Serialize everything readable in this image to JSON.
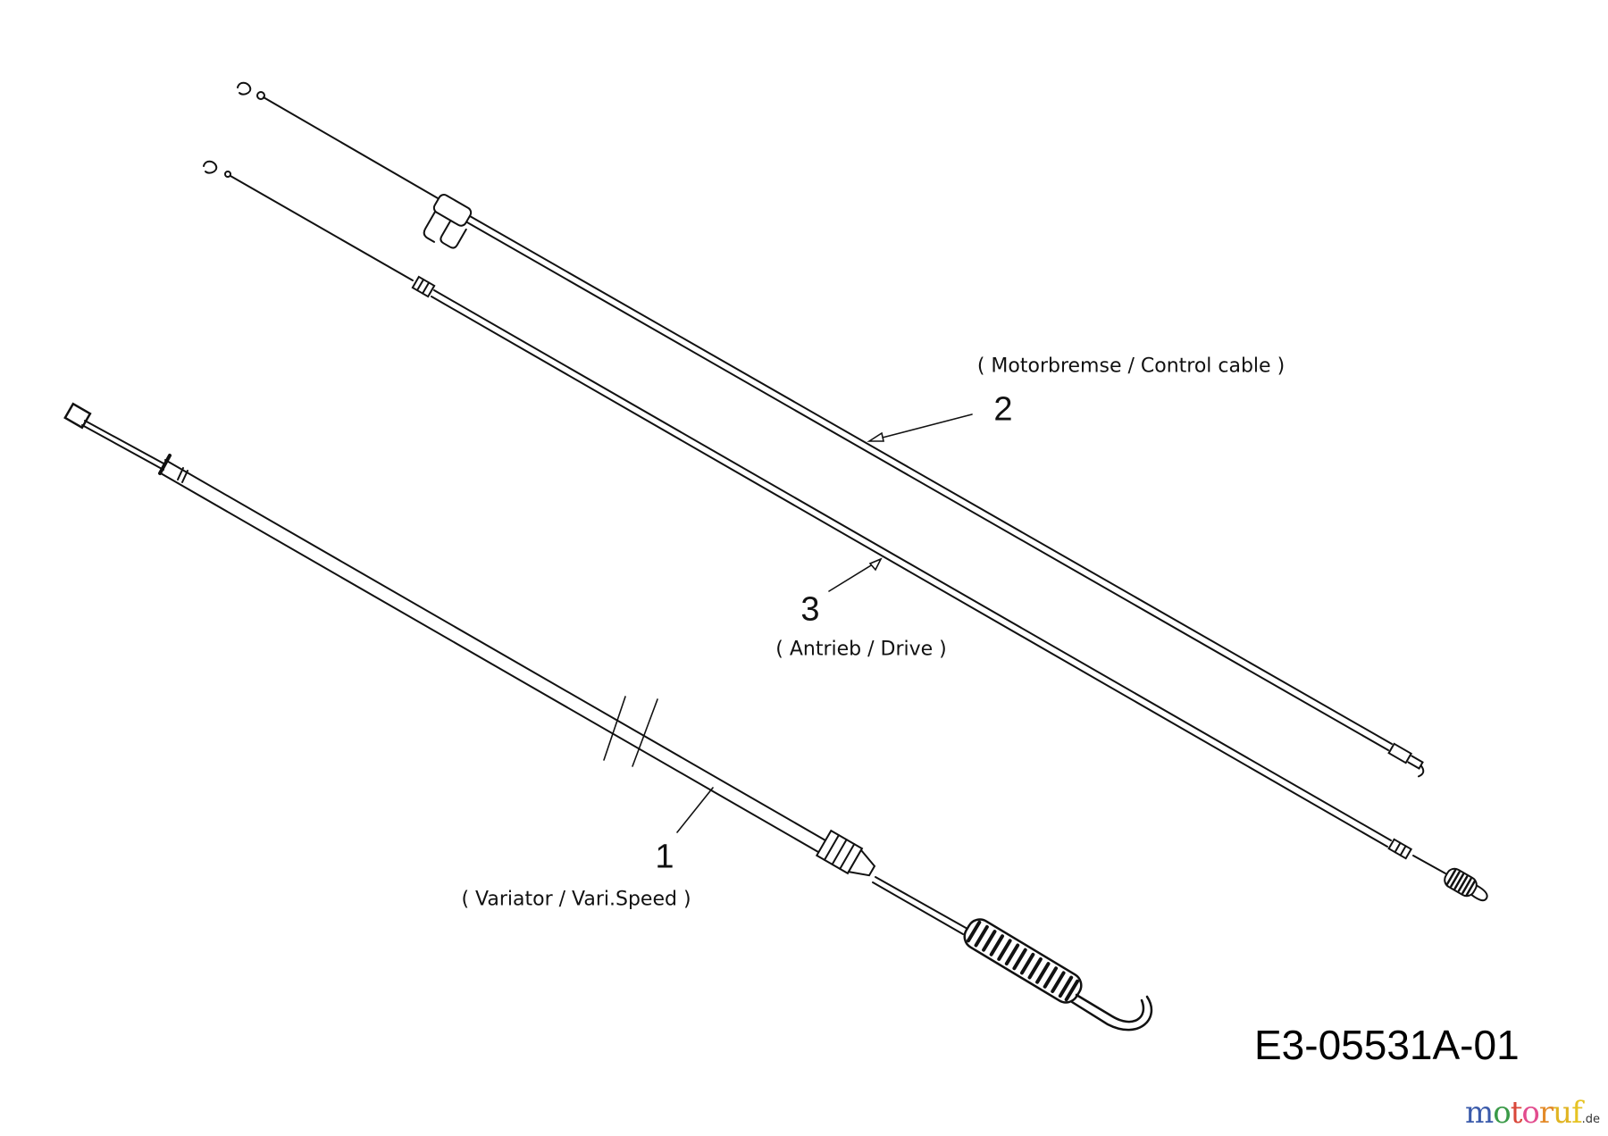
{
  "parts": [
    {
      "number": "1",
      "description": "( Variator / Vari.Speed )"
    },
    {
      "number": "2",
      "description": "( Motorbremse / Control cable )"
    },
    {
      "number": "3",
      "description": "( Antrieb / Drive )"
    }
  ],
  "diagram_code": "E3-05531A-01",
  "watermark": {
    "letters": [
      "m",
      "o",
      "t",
      "o",
      "r",
      "u",
      "f"
    ],
    "suffix": ".de",
    "colors": [
      "#3b5bab",
      "#3a9a48",
      "#d9473a",
      "#e24c8e",
      "#e38b2a",
      "#e0b422",
      "#e6c323"
    ]
  }
}
